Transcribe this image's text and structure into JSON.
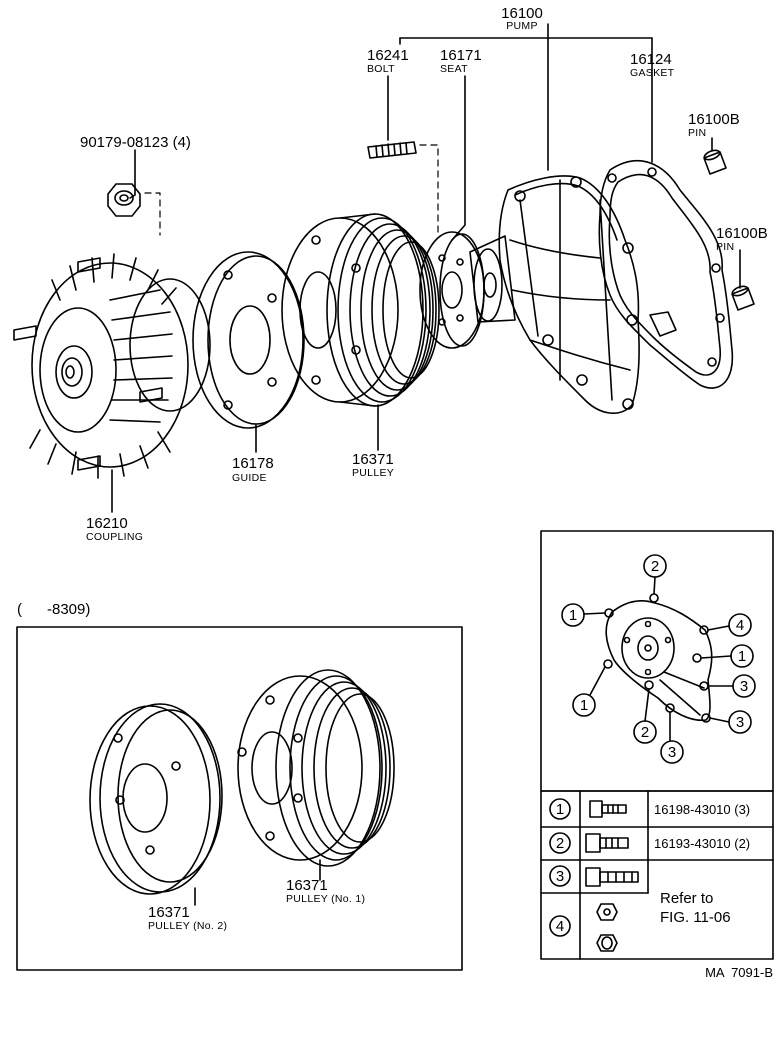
{
  "parts": {
    "pump": {
      "number": "16100",
      "name": "PUMP"
    },
    "bolt": {
      "number": "16241",
      "name": "BOLT"
    },
    "seat": {
      "number": "16171",
      "name": "SEAT"
    },
    "gasket": {
      "number": "16124",
      "name": "GASKET"
    },
    "pin_upper": {
      "number": "16100B",
      "name": "PIN"
    },
    "pin_lower": {
      "number": "16100B",
      "name": "PIN"
    },
    "nut": {
      "number": "90179-08123 (4)"
    },
    "guide": {
      "number": "16178",
      "name": "GUIDE"
    },
    "pulley": {
      "number": "16371",
      "name": "PULLEY"
    },
    "coupling": {
      "number": "16210",
      "name": "COUPLING"
    }
  },
  "inset_pulleys": {
    "date_range": "(      -8309)",
    "pulley_no1": {
      "number": "16371",
      "name": "PULLEY (No. 1)"
    },
    "pulley_no2": {
      "number": "16371",
      "name": "PULLEY (No. 2)"
    }
  },
  "bolt_map": {
    "callouts": [
      "1",
      "2",
      "3",
      "4"
    ]
  },
  "bolt_table": {
    "rows": [
      {
        "key": "1",
        "text": "16198-43010 (3)"
      },
      {
        "key": "2",
        "text": "16193-43010 (2)"
      },
      {
        "key": "3",
        "text": ""
      },
      {
        "key": "4",
        "text": ""
      }
    ],
    "refer_line1": "Refer to",
    "refer_line2": "FIG. 11-06"
  },
  "figure_id": "MA  7091-B"
}
